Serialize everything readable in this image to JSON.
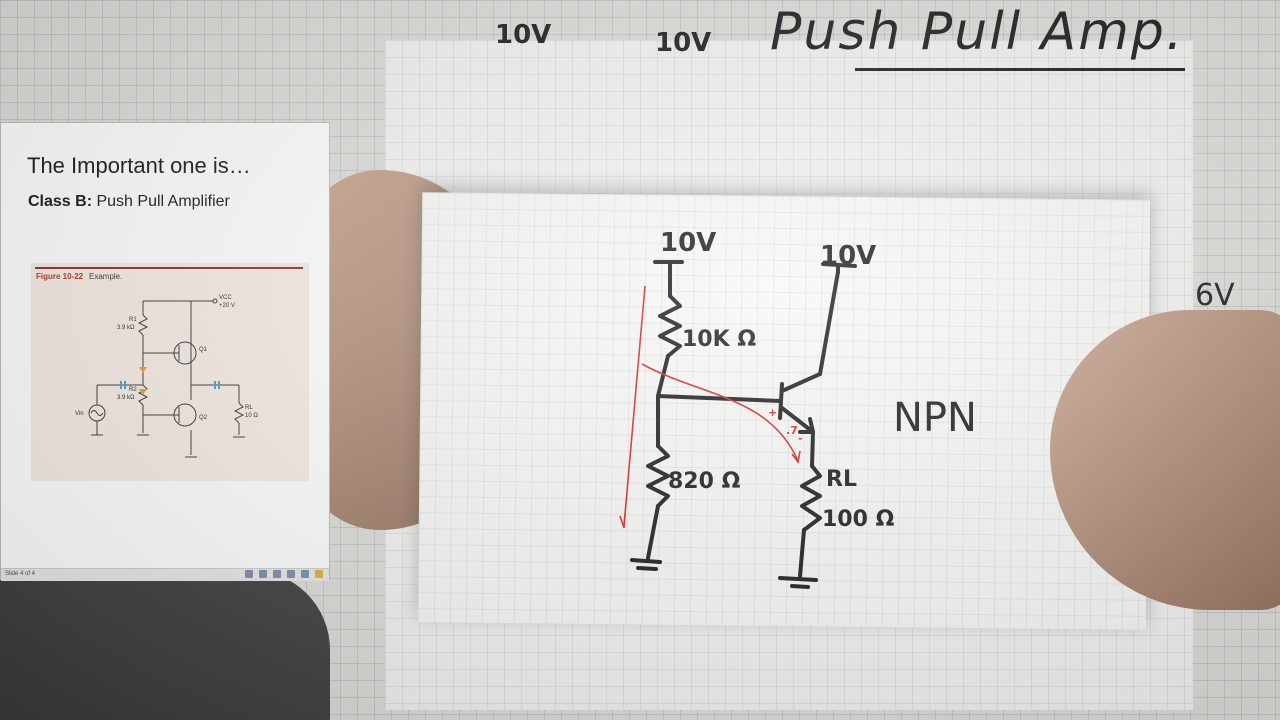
{
  "handwriting": {
    "title": "Push Pull Amp.",
    "top_left_voltage": "10V",
    "top_mid_voltage": "10V",
    "side_voltage": "6V",
    "transistor_type": "NPN"
  },
  "circuit": {
    "supply_left": "10V",
    "supply_right": "10V",
    "r_top": "10K Ω",
    "r_bottom": "820 Ω",
    "load_label": "RL",
    "load_value": "100 Ω",
    "vbe_plus": "+",
    "vbe_value": ".7",
    "vbe_minus": "-"
  },
  "slide": {
    "heading": "The Important one is…",
    "subtitle_bold": "Class B:",
    "subtitle_rest": "Push Pull Amplifier",
    "figure_label": "Figure 10-22",
    "figure_caption": "Example.",
    "vcc_label": "VCC",
    "vcc_value": "+20 V",
    "r1_label": "R1",
    "r1_value": "3.9 kΩ",
    "r2_label": "R2",
    "r2_value": "3.9 kΩ",
    "q1_label": "Q1",
    "q2_label": "Q2",
    "rl_label": "RL",
    "rl_value": "10 Ω",
    "vin_label": "Vin",
    "status_text": "Slide 4 of 4"
  },
  "colors": {
    "ink": "#111111",
    "red_ink": "#d02020",
    "figure_accent": "#8a2b22"
  }
}
